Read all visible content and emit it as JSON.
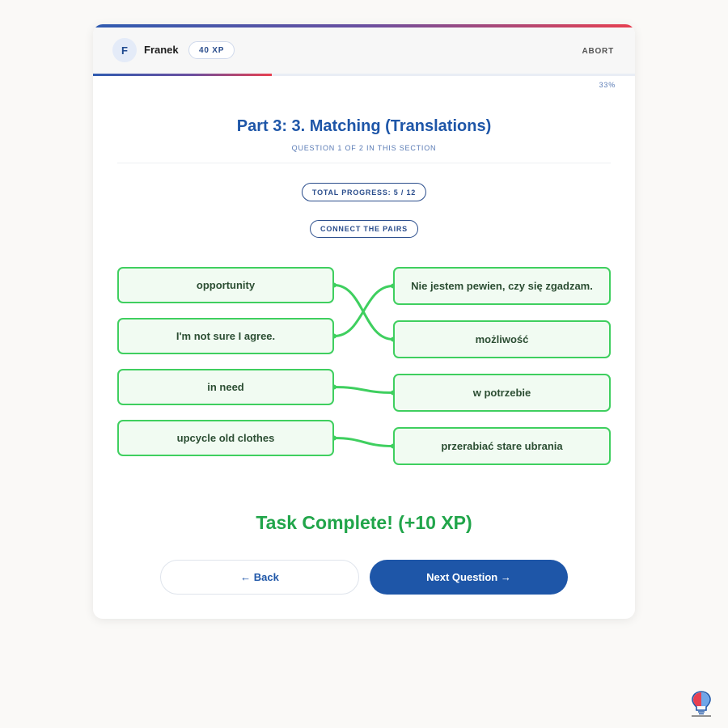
{
  "header": {
    "avatar_initial": "F",
    "username": "Franek",
    "xp": "40 XP",
    "abort_label": "ABORT",
    "progress_percent": 33,
    "progress_label": "33%"
  },
  "section": {
    "title": "Part 3: 3. Matching (Translations)",
    "subtitle": "QUESTION 1 OF 2 IN THIS SECTION",
    "total_progress": "TOTAL PROGRESS: 5 / 12",
    "instruction": "CONNECT THE PAIRS"
  },
  "matching": {
    "left": [
      "opportunity",
      "I'm not sure I agree.",
      "in need",
      "upcycle old clothes"
    ],
    "right": [
      "Nie jestem pewien, czy się zgadzam.",
      "możliwość",
      "w potrzebie",
      "przerabiać stare ubrania"
    ],
    "connections": [
      [
        0,
        1
      ],
      [
        1,
        0
      ],
      [
        2,
        2
      ],
      [
        3,
        3
      ]
    ]
  },
  "result": {
    "message": "Task Complete! (+10 XP)"
  },
  "nav": {
    "back_label": "← Back",
    "next_label": "Next Question →"
  },
  "colors": {
    "primary": "#1e56a8",
    "success": "#21a54a",
    "match_border": "#3fcf5f",
    "match_bg": "#f1fbf2",
    "accent_red": "#e84050"
  }
}
